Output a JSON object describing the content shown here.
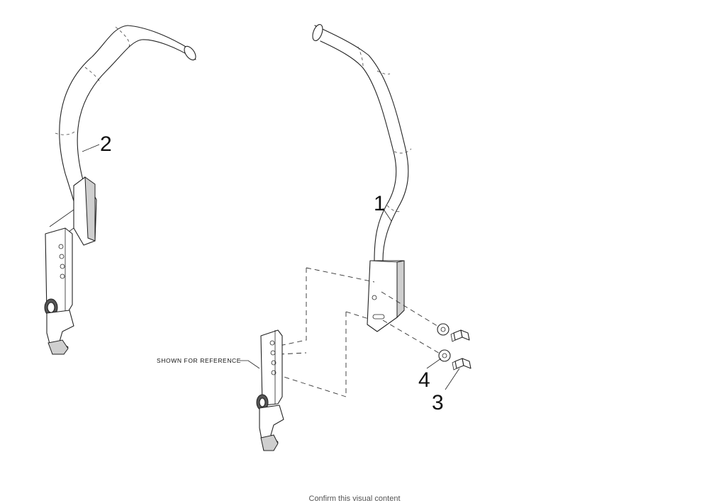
{
  "callouts": {
    "c1": "1",
    "c2": "2",
    "c3": "3",
    "c4": "4"
  },
  "reference_note": "SHOWN FOR REFERENCE",
  "caption": "Confirm this visual content"
}
